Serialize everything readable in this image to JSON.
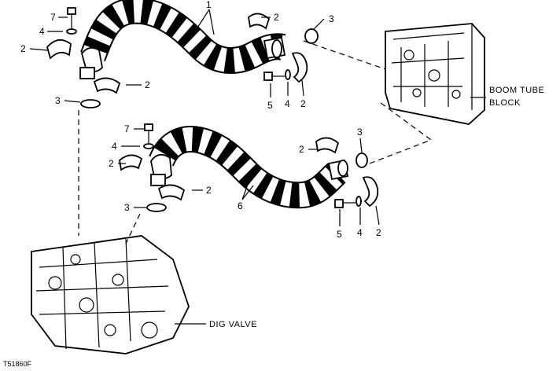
{
  "callouts": {
    "n1": "1",
    "n2": "2",
    "n3": "3",
    "n4": "4",
    "n5": "5",
    "n6": "6",
    "n7": "7"
  },
  "labels": {
    "boom_tube_block_line1": "BOOM TUBE",
    "boom_tube_block_line2": "BLOCK",
    "dig_valve": "DIG VALVE"
  },
  "figure_code": "T51860F"
}
